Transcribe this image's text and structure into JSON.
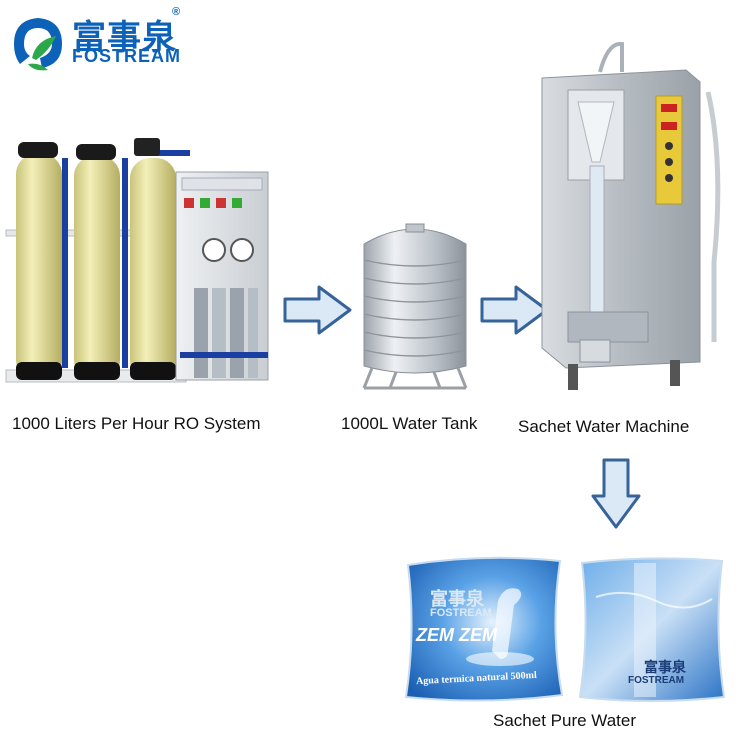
{
  "brand": {
    "logo_cn": "富事泉",
    "logo_en": "FOSTREAM",
    "registered_mark": "®"
  },
  "steps": [
    {
      "caption": "1000 Liters Per Hour RO System"
    },
    {
      "caption": "1000L Water Tank"
    },
    {
      "caption": "Sachet Water Machine"
    },
    {
      "caption": "Sachet Pure Water"
    }
  ],
  "sachets": {
    "left": {
      "brand_cn": "富事泉",
      "brand_en": "FOSTREAM",
      "name": "ZEM ZEM",
      "subtitle": "Agua termica natural 500ml"
    },
    "right": {
      "brand_cn": "富事泉",
      "brand_en": "FOSTREAM"
    }
  },
  "colors": {
    "brand_blue": "#0b62b8",
    "arrow_fill": "#dbe8f6",
    "arrow_stroke": "#35639a",
    "steel": "#c4c9cf",
    "sachet_blue": "#2f7fd2"
  }
}
